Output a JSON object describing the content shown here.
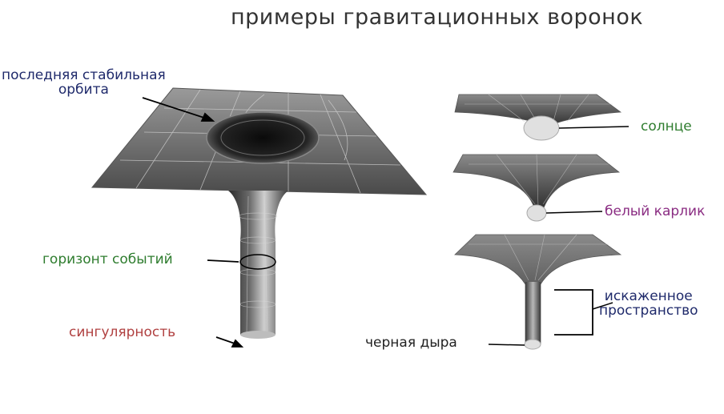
{
  "title": "примеры гравитационных воронок",
  "labels": {
    "last_stable_orbit_line1": "последняя стабильная",
    "last_stable_orbit_line2": "орбита",
    "event_horizon": "горизонт событий",
    "singularity": "сингулярность",
    "sun": "солнце",
    "white_dwarf": "белый карлик",
    "black_hole": "черная дыра",
    "warped_space_line1": "искаженное",
    "warped_space_line2": "пространство"
  },
  "colors": {
    "title": "#333333",
    "navy": "#1f2a6b",
    "green": "#2f7d2f",
    "red": "#b04040",
    "purple": "#8a2c82"
  }
}
